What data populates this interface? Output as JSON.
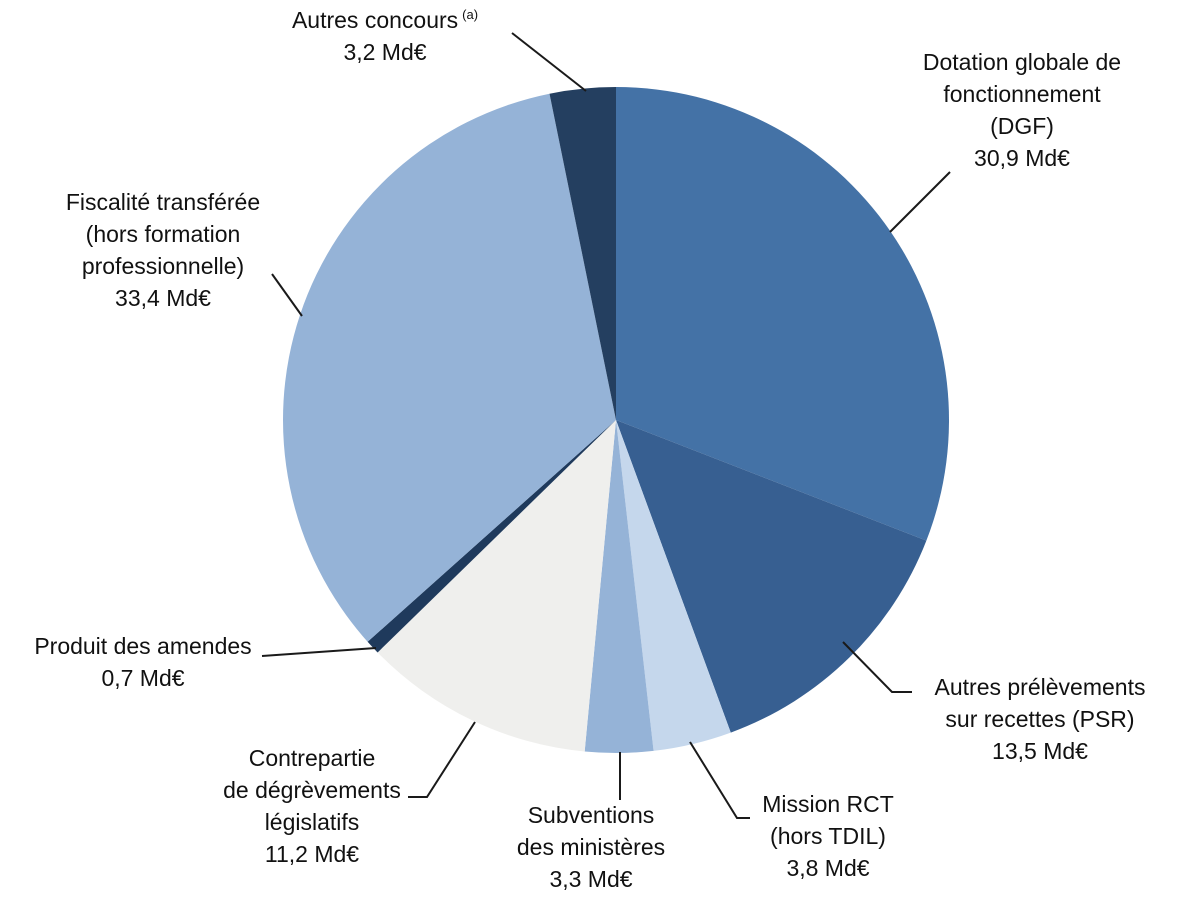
{
  "chart_data": {
    "type": "pie",
    "unit": "Md€",
    "start_at": "top",
    "direction": "clockwise",
    "slices": [
      {
        "name": "Dotation globale de fonctionnement (DGF)",
        "lines": [
          "Dotation globale de",
          "fonctionnement",
          "(DGF)"
        ],
        "value": 30.9,
        "value_label": "30,9 Md€",
        "color": "#4472a6"
      },
      {
        "name": "Autres prélèvements sur recettes (PSR)",
        "lines": [
          "Autres prélèvements",
          "sur recettes (PSR)"
        ],
        "value": 13.5,
        "value_label": "13,5 Md€",
        "color": "#375f91"
      },
      {
        "name": "Mission RCT (hors TDIL)",
        "lines": [
          "Mission RCT",
          "(hors TDIL)"
        ],
        "value": 3.8,
        "value_label": "3,8 Md€",
        "color": "#c5d7ec"
      },
      {
        "name": "Subventions des ministères",
        "lines": [
          "Subventions",
          "des ministères"
        ],
        "value": 3.3,
        "value_label": "3,3 Md€",
        "color": "#95b3d7"
      },
      {
        "name": "Contrepartie de dégrèvements législatifs",
        "lines": [
          "Contrepartie",
          "de dégrèvements",
          "législatifs"
        ],
        "value": 11.2,
        "value_label": "11,2 Md€",
        "color": "#efefed"
      },
      {
        "name": "Produit des amendes",
        "lines": [
          "Produit des amendes"
        ],
        "value": 0.7,
        "value_label": "0,7 Md€",
        "color": "#1f3a5c"
      },
      {
        "name": "Fiscalité transférée (hors formation professionnelle)",
        "lines": [
          "Fiscalité transférée",
          "(hors formation",
          "professionnelle)"
        ],
        "value": 33.4,
        "value_label": "33,4 Md€",
        "color": "#95b3d7"
      },
      {
        "name": "Autres concours (a)",
        "lines": [
          "Autres concours"
        ],
        "superscript": "(a)",
        "value": 3.2,
        "value_label": "3,2 Md€",
        "color": "#243f60"
      }
    ]
  }
}
